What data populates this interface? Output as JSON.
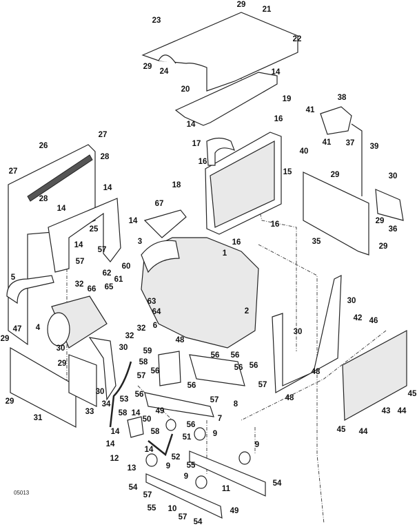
{
  "drawing_number": "05013",
  "callouts": [
    "29",
    "21",
    "23",
    "22",
    "29",
    "24",
    "14",
    "20",
    "19",
    "14",
    "16",
    "38",
    "41",
    "41",
    "40",
    "37",
    "39",
    "17",
    "16",
    "15",
    "27",
    "26",
    "28",
    "27",
    "28",
    "14",
    "14",
    "25",
    "14",
    "14",
    "57",
    "18",
    "67",
    "3",
    "29",
    "30",
    "29",
    "36",
    "35",
    "29",
    "16",
    "16",
    "1",
    "57",
    "60",
    "62",
    "61",
    "66",
    "65",
    "5",
    "32",
    "63",
    "64",
    "47",
    "4",
    "6",
    "32",
    "32",
    "2",
    "30",
    "30",
    "42",
    "46",
    "29",
    "30",
    "30",
    "48",
    "59",
    "58",
    "56",
    "56",
    "56",
    "56",
    "57",
    "57",
    "56",
    "56",
    "8",
    "57",
    "56",
    "48",
    "48",
    "29",
    "30",
    "33",
    "34",
    "53",
    "49",
    "7",
    "56",
    "31",
    "58",
    "14",
    "50",
    "29",
    "14",
    "58",
    "51",
    "9",
    "14",
    "14",
    "12",
    "13",
    "52",
    "9",
    "9",
    "55",
    "9",
    "11",
    "54",
    "54",
    "57",
    "55",
    "10",
    "57",
    "49",
    "54",
    "45",
    "43",
    "44",
    "45",
    "44"
  ]
}
